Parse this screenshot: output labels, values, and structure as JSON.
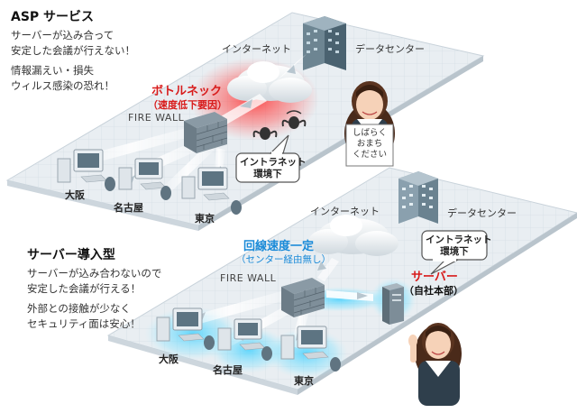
{
  "top": {
    "heading": "ASP サービス",
    "lines": [
      "サーバーが込み合って",
      "安定した会議が行えない！",
      "情報漏えい・損失",
      "ウィルス感染の恐れ！"
    ],
    "internet_label": "インターネット",
    "datacenter_label": "データセンター",
    "bottleneck_title": "ボトルネック",
    "bottleneck_sub": "（速度低下要因）",
    "firewall_label": "FIRE WALL",
    "intranet_bubble": [
      "イントラネット",
      "環境下"
    ],
    "sign_lines": [
      "しばらく",
      "おまち",
      "ください"
    ],
    "cities": [
      "大阪",
      "名古屋",
      "東京"
    ]
  },
  "bottom": {
    "heading": "サーバー導入型",
    "lines": [
      "サーバーが込み合わないので",
      "安定した会議が行える！",
      "外部との接触が少なく",
      "セキュリティ面は安心！"
    ],
    "internet_label": "インターネット",
    "datacenter_label": "データセンター",
    "speed_title": "回線速度一定",
    "speed_sub": "（センター経由無し）",
    "firewall_label": "FIRE WALL",
    "intranet_bubble": [
      "イントラネット",
      "環境下"
    ],
    "server_title": "サーバー",
    "server_sub": "（自社本部）",
    "cities": [
      "大阪",
      "名古屋",
      "東京"
    ]
  },
  "colors": {
    "platform": "#e9eef2",
    "grid": "#d4dde4",
    "bottleneck_red": "#d81b1b",
    "speed_blue": "#1a8ad8",
    "glow_blue": "#3fd0ff",
    "glow_red": "#ff3b3b"
  }
}
